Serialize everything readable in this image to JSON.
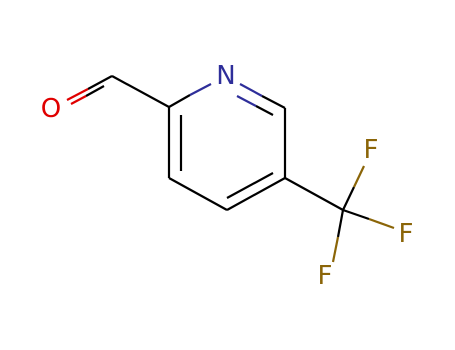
{
  "molecule": {
    "atoms": [
      {
        "id": "O1",
        "symbol": "O",
        "color": "#e00000"
      },
      {
        "id": "N1",
        "symbol": "N",
        "color": "#2e2e9a"
      },
      {
        "id": "F1",
        "symbol": "F",
        "color": "#8b6508"
      },
      {
        "id": "F2",
        "symbol": "F",
        "color": "#8b6508"
      },
      {
        "id": "F3",
        "symbol": "F",
        "color": "#8b6508"
      }
    ],
    "bond_color": "#000000"
  }
}
